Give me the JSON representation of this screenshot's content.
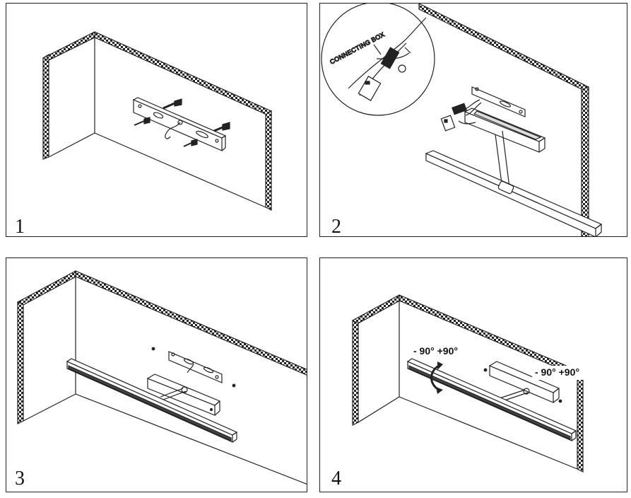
{
  "steps": [
    {
      "number": "1"
    },
    {
      "number": "2",
      "callout": "CONNECTING BOX"
    },
    {
      "number": "3"
    },
    {
      "number": "4",
      "rotation_left": "- 90°  +90°",
      "rotation_right": "- 90°  +90°"
    }
  ]
}
